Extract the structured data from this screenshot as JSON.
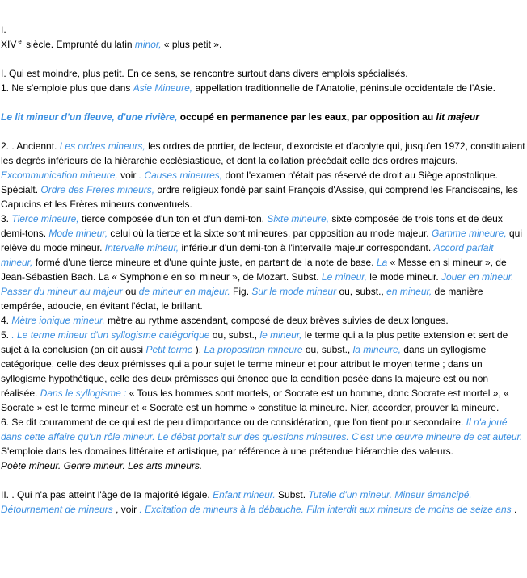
{
  "link_color": "#3a8ee0",
  "paragraphs": [
    {
      "gap": false,
      "segs": [
        [
          "n",
          "I."
        ]
      ]
    },
    {
      "gap": false,
      "segs": [
        [
          "n",
          "XIV"
        ],
        [
          "sup",
          "e"
        ],
        [
          "n",
          " siècle. Emprunté du latin "
        ],
        [
          "l",
          "minor,"
        ],
        [
          "n",
          " « plus petit »."
        ]
      ]
    },
    {
      "gap": true,
      "segs": [
        [
          "n",
          "I. Qui est moindre, plus petit. En ce sens, se rencontre surtout dans divers emplois spécialisés."
        ]
      ]
    },
    {
      "gap": false,
      "segs": [
        [
          "n",
          "1. Ne s'emploie plus que dans "
        ],
        [
          "l",
          "Asie Mineure,"
        ],
        [
          "n",
          " appellation traditionnelle de l'Anatolie, péninsule occidentale de l'Asie."
        ]
      ]
    },
    {
      "gap": true,
      "segs": [
        [
          "lb",
          "Le lit mineur d'un fleuve, d'une rivière,"
        ],
        [
          "b",
          " occupé en permanence par les eaux, par opposition au "
        ],
        [
          "bi",
          "lit majeur"
        ]
      ]
    },
    {
      "gap": true,
      "segs": [
        [
          "n",
          "2. . Anciennt. "
        ],
        [
          "l",
          "Les ordres mineurs,"
        ],
        [
          "n",
          " les ordres de portier, de lecteur, d'exorciste et d'acolyte qui, jusqu'en 1972, constituaient les degrés inférieurs de la hiérarchie ecclésiastique, et dont la collation précédait celle des ordres majeurs. "
        ],
        [
          "l",
          "Excommunication mineure,"
        ],
        [
          "n",
          " voir "
        ],
        [
          "l",
          ". Causes mineures,"
        ],
        [
          "n",
          " dont l'examen n'était pas réservé de droit au Siège apostolique. Spécialt. "
        ],
        [
          "l",
          "Ordre des Frères mineurs,"
        ],
        [
          "n",
          " ordre religieux fondé par saint François d'Assise, qui comprend les Franciscains, les Capucins et les Frères mineurs conventuels."
        ]
      ]
    },
    {
      "gap": false,
      "segs": [
        [
          "n",
          "3. "
        ],
        [
          "l",
          "Tierce mineure,"
        ],
        [
          "n",
          " tierce composée d'un ton et d'un demi-ton. "
        ],
        [
          "l",
          "Sixte mineure,"
        ],
        [
          "n",
          " sixte composée de trois tons et de deux demi-tons. "
        ],
        [
          "l",
          "Mode mineur,"
        ],
        [
          "n",
          " celui où la tierce et la sixte sont mineures, par opposition au mode majeur. "
        ],
        [
          "l",
          "Gamme mineure,"
        ],
        [
          "n",
          " qui relève du mode mineur. "
        ],
        [
          "l",
          "Intervalle mineur,"
        ],
        [
          "n",
          " inférieur d'un demi-ton à l'intervalle majeur correspondant. "
        ],
        [
          "l",
          "Accord parfait mineur,"
        ],
        [
          "n",
          " formé d'une tierce mineure et d'une quinte juste, en partant de la note de base. "
        ],
        [
          "l",
          "La"
        ],
        [
          "n",
          " « Messe en si mineur », de Jean-Sébastien Bach. La « Symphonie en sol mineur », de Mozart. Subst. "
        ],
        [
          "l",
          "Le mineur,"
        ],
        [
          "n",
          " le mode mineur. "
        ],
        [
          "l",
          "Jouer en mineur. Passer du mineur au majeur"
        ],
        [
          "n",
          " ou "
        ],
        [
          "l",
          "de mineur en majeur."
        ],
        [
          "n",
          " Fig. "
        ],
        [
          "l",
          "Sur le mode mineur"
        ],
        [
          "n",
          " ou, subst., "
        ],
        [
          "l",
          "en mineur,"
        ],
        [
          "n",
          " de manière tempérée, adoucie, en évitant l'éclat, le brillant."
        ]
      ]
    },
    {
      "gap": false,
      "segs": [
        [
          "n",
          "4. "
        ],
        [
          "l",
          "Mètre ionique mineur,"
        ],
        [
          "n",
          " mètre au rythme ascendant, composé de deux brèves suivies de deux longues."
        ]
      ]
    },
    {
      "gap": false,
      "segs": [
        [
          "n",
          "5. "
        ],
        [
          "l",
          ". Le terme mineur d'un syllogisme catégorique"
        ],
        [
          "n",
          " ou, subst., "
        ],
        [
          "l",
          "le mineur,"
        ],
        [
          "n",
          " le terme qui a la plus petite extension et sert de sujet à la conclusion (on dit aussi "
        ],
        [
          "l",
          "Petit terme"
        ],
        [
          "n",
          " ). "
        ],
        [
          "l",
          "La proposition mineure"
        ],
        [
          "n",
          " ou, subst., "
        ],
        [
          "l",
          "la mineure,"
        ],
        [
          "n",
          " dans un syllogisme catégorique, celle des deux prémisses qui a pour sujet le terme mineur et pour attribut le moyen terme ; dans un syllogisme hypothétique, celle des deux prémisses qui énonce que la condition posée dans la majeure est ou non réalisée. "
        ],
        [
          "l",
          "Dans le syllogisme :"
        ],
        [
          "n",
          " « Tous les hommes sont mortels, or Socrate est un homme, donc Socrate est mortel », « Socrate » est le terme mineur et « Socrate est un homme » constitue la mineure. Nier, accorder, prouver la mineure."
        ]
      ]
    },
    {
      "gap": false,
      "segs": [
        [
          "n",
          "6. Se dit couramment de ce qui est de peu d'importance ou de considération, que l'on tient pour secondaire. "
        ],
        [
          "l",
          "Il n'a joué dans cette affaire qu'un rôle mineur. Le débat portait sur des questions mineures. C'est une œuvre mineure de cet auteur."
        ],
        [
          "n",
          " S'emploie dans les domaines littéraire et artistique, par référence à une prétendue hiérarchie des valeurs."
        ]
      ]
    },
    {
      "gap": false,
      "segs": [
        [
          "i",
          "Poète mineur. Genre mineur. Les arts mineurs."
        ]
      ]
    },
    {
      "gap": true,
      "segs": [
        [
          "n",
          "II. . Qui n'a pas atteint l'âge de la majorité légale. "
        ],
        [
          "l",
          "Enfant mineur."
        ],
        [
          "n",
          " Subst. "
        ],
        [
          "l",
          "Tutelle d'un mineur. Mineur émancipé. Détournement de mineurs"
        ],
        [
          "n",
          " , voir "
        ],
        [
          "l",
          ". Excitation de mineurs à la débauche. Film interdit aux mineurs de moins de seize ans"
        ],
        [
          "n",
          " ."
        ]
      ]
    }
  ]
}
